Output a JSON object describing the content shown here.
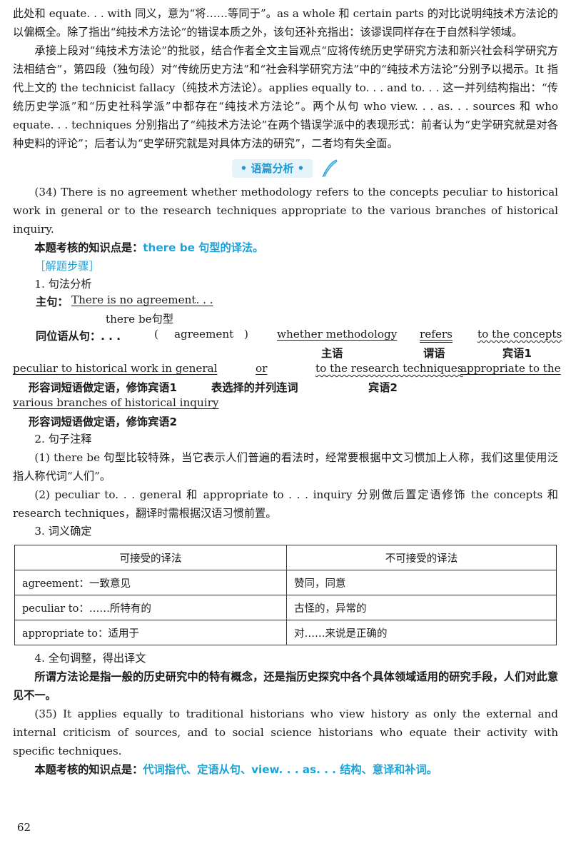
{
  "p1": "此处和 equate. . . with 同义，意为“将……等同于”。as a whole 和 certain parts 的对比说明纯技术方法论的以偏概全。除了指出“纯技术方法论”的错误本质之外，该句还补充指出：该谬误同样存在于自然科学领域。",
  "p2": "承接上段对“纯技术方法论”的批驳，结合作者全文主旨观点“应将传统历史学研究方法和新兴社会科学研究方法相结合”，第四段（独句段）对“传统历史方法”和“社会科学研究方法”中的“纯技术方法论”分别予以揭示。It 指代上文的 the technicist fallacy（纯技术方法论）。applies equally to. . . and to. . . 这一并列结构指出：“传统历史学派”和“历史社科学派”中都存在“纯技术方法论”。两个从句 who view. . . as. . . sources 和 who equate. . . techniques 分别指出了“纯技术方法论”在两个错误学派中的表现形式：前者认为“史学研究就是对各种史料的评论”；后者认为“史学研究就是对具体方法的研究”，二者均有失全面。",
  "banner": "• 语篇分析 •",
  "s34": "(34) There is no agreement whether methodology refers to the concepts peculiar to historical work in general or to the research techniques appropriate to the various branches of historical inquiry.",
  "kp34_prefix": "本题考核的知识点是：",
  "kp34_value": "there be 句型的译法。",
  "steps_label": "［解题步骤］",
  "step1": "1. 句法分析",
  "main_label": "主句：",
  "main_text": "There is no agreement. . .",
  "main_note": "there be句型",
  "appos_label": "同位语从句：. . .",
  "paren_open": "(",
  "appos_agreement": "agreement",
  "paren_close": ")",
  "w_whether": "whether methodology",
  "w_refers": "refers",
  "w_concepts": "to the concepts",
  "lab_subject": "主语",
  "lab_verb": "谓语",
  "lab_obj1": "宾语1",
  "w_peculiar": "peculiar to historical work in general",
  "w_or": "or",
  "w_research": "to the research techniques",
  "w_appropriate": "appropriate to the",
  "lab_adj1": "形容词短语做定语，修饰宾语1",
  "lab_or": "表选择的并列连词",
  "lab_obj2": "宾语2",
  "w_various": "various branches of historical inquiry",
  "w_period": ".",
  "lab_adj2": "形容词短语做定语，修饰宾语2",
  "step2": "2. 句子注释",
  "note1": "(1) there be 句型比较特殊，当它表示人们普遍的看法时，经常要根据中文习惯加上人称，我们这里使用泛指人称代词“人们”。",
  "note2": "(2) peculiar to. . . general 和 appropriate to . . . inquiry 分别做后置定语修饰 the concepts 和 research techniques，翻译时需根据汉语习惯前置。",
  "step3": "3. 词义确定",
  "table": {
    "headers": [
      "可接受的译法",
      "不可接受的译法"
    ],
    "rows": [
      [
        "agreement：一致意见",
        "赞同，同意"
      ],
      [
        "peculiar to：……所特有的",
        "古怪的，异常的"
      ],
      [
        "appropriate to：适用于",
        "对……来说是正确的"
      ]
    ]
  },
  "step4": "4. 全句调整，得出译文",
  "translation": "所谓方法论是指一般的历史研究中的特有概念，还是指历史探究中各个具体领域适用的研究手段，人们对此意见不一。",
  "s35": "(35) It applies equally to traditional historians who view history as only the external and internal criticism of sources, and to social science historians who equate their activity with specific techniques.",
  "kp35_prefix": "本题考核的知识点是：",
  "kp35_value": "代词指代、定语从句、view. . .  as. . . 结构、意译和补词。",
  "page_number": "62",
  "colors": {
    "accent": "#1aa3d9",
    "banner_bg": "#e6f4fa"
  },
  "icons": {
    "banner_icon": "quill-pen-icon"
  }
}
